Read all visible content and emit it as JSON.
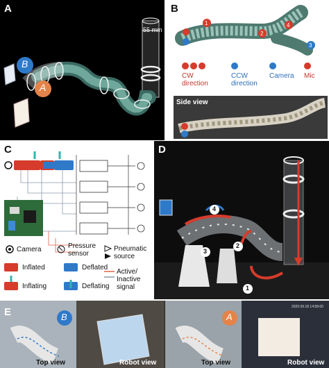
{
  "panels": {
    "a": {
      "label": "A",
      "dimension": "55 mm",
      "marker_b": "B",
      "marker_a": "A"
    },
    "b": {
      "label": "B",
      "segment_numbers": [
        "1",
        "2",
        "3",
        "4"
      ],
      "legend": [
        {
          "icon_text": "1 2 4",
          "label": "CW direction",
          "color": "#c0392b"
        },
        {
          "icon_text": "3",
          "label": "CCW direction",
          "color": "#2e6fb8"
        },
        {
          "icon_text": "I",
          "label": "Camera",
          "color": "#2e6fb8"
        },
        {
          "icon_text": "II",
          "label": "Mic",
          "color": "#c0392b"
        }
      ],
      "side_view_label": "Side view"
    },
    "c": {
      "label": "C",
      "legend": {
        "camera": "Camera",
        "pressure": "Pressure sensor",
        "pneumatic": "Pneumatic source",
        "inflated": "Inflated",
        "deflated": "Deflated",
        "inflating": "Inflating",
        "deflating": "Deflating",
        "signal": "Active/ Inactive signal"
      }
    },
    "d": {
      "label": "D",
      "steps": [
        "1",
        "2",
        "3",
        "4"
      ]
    },
    "e": {
      "label": "E",
      "marker_b": "B",
      "marker_a": "A",
      "captions": [
        "Top view",
        "Robot view",
        "Top view",
        "Robot view"
      ],
      "timestamp": "2020.09.18 14:58:00"
    }
  },
  "colors": {
    "red": "#d63b2c",
    "blue": "#2f79c9",
    "orange": "#e4834a",
    "teal": "#2fb5ae",
    "signal_red": "#e0604a",
    "signal_gray": "#8a98a8"
  }
}
